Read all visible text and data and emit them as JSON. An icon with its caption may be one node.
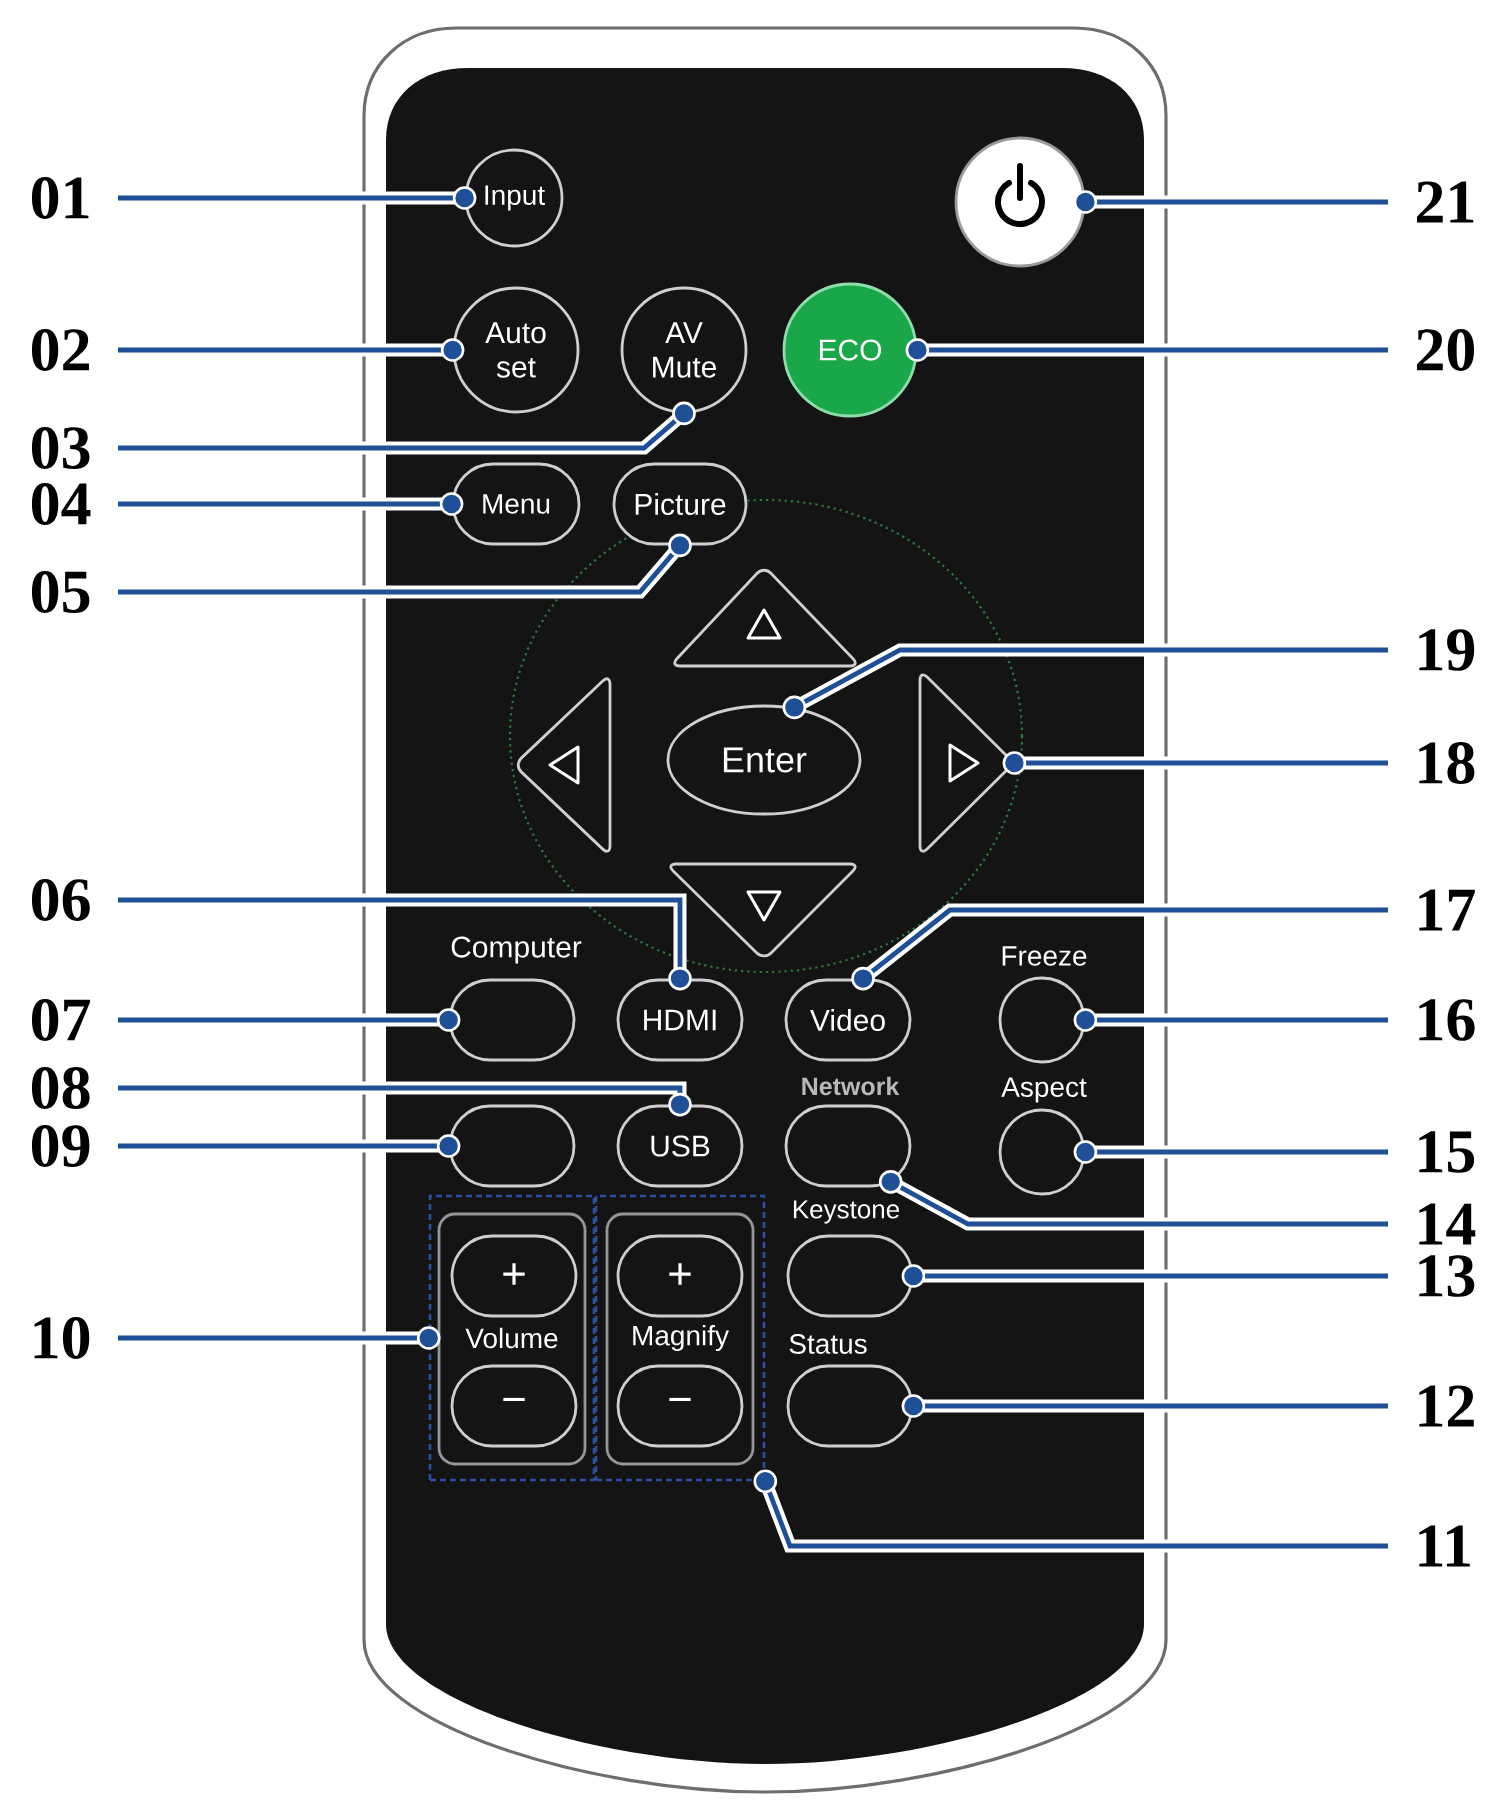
{
  "diagram": {
    "nodes": [
      {
        "text": [
          "01"
        ]
      },
      {
        "text": [
          "02"
        ]
      },
      {
        "text": [
          "03"
        ]
      },
      {
        "text": [
          "04"
        ]
      },
      {
        "text": [
          "05"
        ]
      },
      {
        "text": [
          "06"
        ]
      },
      {
        "text": [
          "07"
        ]
      },
      {
        "text": [
          "08"
        ]
      },
      {
        "text": [
          "09"
        ]
      },
      {
        "text": [
          "10"
        ]
      },
      {
        "text": [
          "21"
        ]
      },
      {
        "text": [
          "20"
        ]
      },
      {
        "text": [
          "19"
        ]
      },
      {
        "text": [
          "18"
        ]
      },
      {
        "text": [
          "17"
        ]
      },
      {
        "text": [
          "16"
        ]
      },
      {
        "text": [
          "15"
        ]
      },
      {
        "text": [
          "14"
        ]
      },
      {
        "text": [
          "13"
        ]
      },
      {
        "text": [
          "12"
        ]
      },
      {
        "text": [
          "11"
        ]
      },
      {
        "text": [
          "Input"
        ]
      },
      {
        "text": [],
        "shape": "circle"
      },
      {
        "text": [
          "Auto set"
        ]
      },
      {
        "text": [
          "AV Mute"
        ]
      },
      {
        "text": [
          "ECO"
        ]
      },
      {
        "text": [
          "Menu"
        ]
      },
      {
        "text": [
          "Picture"
        ]
      },
      {
        "text": [],
        "shape": "triangle"
      },
      {
        "text": [],
        "shape": "triangle"
      },
      {
        "text": [
          "Enter"
        ]
      },
      {
        "text": [],
        "shape": "triangle"
      },
      {
        "text": [],
        "shape": "triangle"
      },
      {
        "text": [
          "Computer"
        ]
      },
      {
        "text": [
          "HDMI"
        ]
      },
      {
        "text": [
          "Video"
        ]
      },
      {
        "text": [
          "Freeze"
        ]
      },
      {
        "text": [],
        "shape": "oval"
      },
      {
        "text": [
          "USB"
        ]
      },
      {
        "text": [
          "Network"
        ]
      },
      {
        "text": [
          "Aspect"
        ]
      },
      {
        "text": [
          "Volume"
        ]
      },
      {
        "text": [
          "+"
        ],
        "in": 41
      },
      {
        "text": [
          "−"
        ],
        "in": 41
      },
      {
        "text": [
          "Magnify"
        ]
      },
      {
        "text": [
          "+"
        ],
        "in": 44
      },
      {
        "text": [
          "−"
        ],
        "in": 44
      },
      {
        "text": [
          "Keystone"
        ]
      },
      {
        "text": [
          "Status"
        ]
      }
    ],
    "edges": [
      {
        "from": 0,
        "to": 21,
        "arrow": "other"
      },
      {
        "from": 1,
        "to": 23,
        "arrow": "other"
      },
      {
        "from": 2,
        "to": 24,
        "arrow": "other"
      },
      {
        "from": 3,
        "to": 26,
        "arrow": "other"
      },
      {
        "from": 4,
        "to": 27,
        "arrow": "other"
      },
      {
        "from": 5,
        "to": 34,
        "arrow": "other"
      },
      {
        "from": 6,
        "to": 33,
        "arrow": "other"
      },
      {
        "from": 7,
        "to": 38,
        "arrow": "other"
      },
      {
        "from": 8,
        "to": 37,
        "arrow": "other"
      },
      {
        "from": 9,
        "to": 41,
        "arrow": "other"
      },
      {
        "from": 10,
        "to": 22,
        "arrow": "other"
      },
      {
        "from": 11,
        "to": 25,
        "arrow": "other"
      },
      {
        "from": 12,
        "to": 30,
        "arrow": "other"
      },
      {
        "from": 13,
        "to": 31,
        "arrow": "other"
      },
      {
        "from": 14,
        "to": 35,
        "arrow": "other"
      },
      {
        "from": 15,
        "to": 36,
        "arrow": "other"
      },
      {
        "from": 16,
        "to": 40,
        "arrow": "other"
      },
      {
        "from": 17,
        "to": 39,
        "arrow": "other"
      },
      {
        "from": 18,
        "to": 47,
        "arrow": "other"
      },
      {
        "from": 19,
        "to": 48,
        "arrow": "other"
      },
      {
        "from": 20,
        "to": 44,
        "arrow": "other"
      }
    ]
  }
}
